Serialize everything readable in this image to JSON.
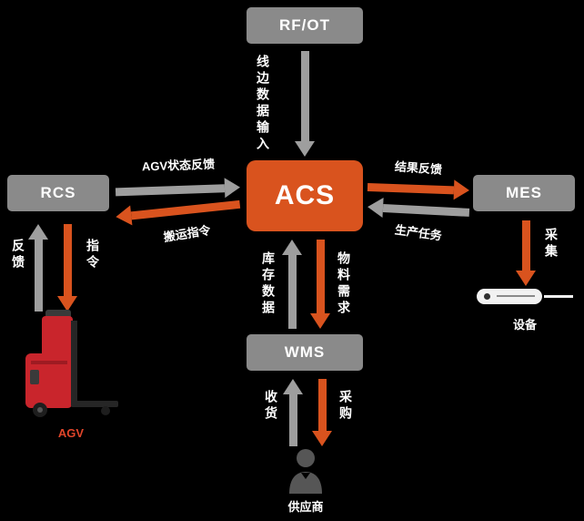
{
  "nodes": {
    "rfot": "RF/OT",
    "acs": "ACS",
    "rcs": "RCS",
    "mes": "MES",
    "wms": "WMS"
  },
  "flows": {
    "rfot_to_acs": "线边数据输入",
    "rcs_to_acs": "AGV状态反馈",
    "acs_to_rcs": "搬运指令",
    "acs_to_mes": "结果反馈",
    "mes_to_acs": "生产任务",
    "wms_to_acs": "库存数据",
    "acs_to_wms": "物料需求",
    "agv_to_rcs": "反馈",
    "rcs_to_agv": "指令",
    "mes_to_device": "采集",
    "supplier_to_wms": "收货",
    "wms_to_supplier": "采购"
  },
  "entities": {
    "agv": "AGV",
    "device": "设备",
    "supplier": "供应商"
  },
  "colors": {
    "background": "#000000",
    "node_gray": "#8a8a8a",
    "accent_orange": "#d9531e",
    "arrow_gray": "#9e9e9e",
    "agv_red": "#c9252c",
    "text": "#ffffff"
  }
}
